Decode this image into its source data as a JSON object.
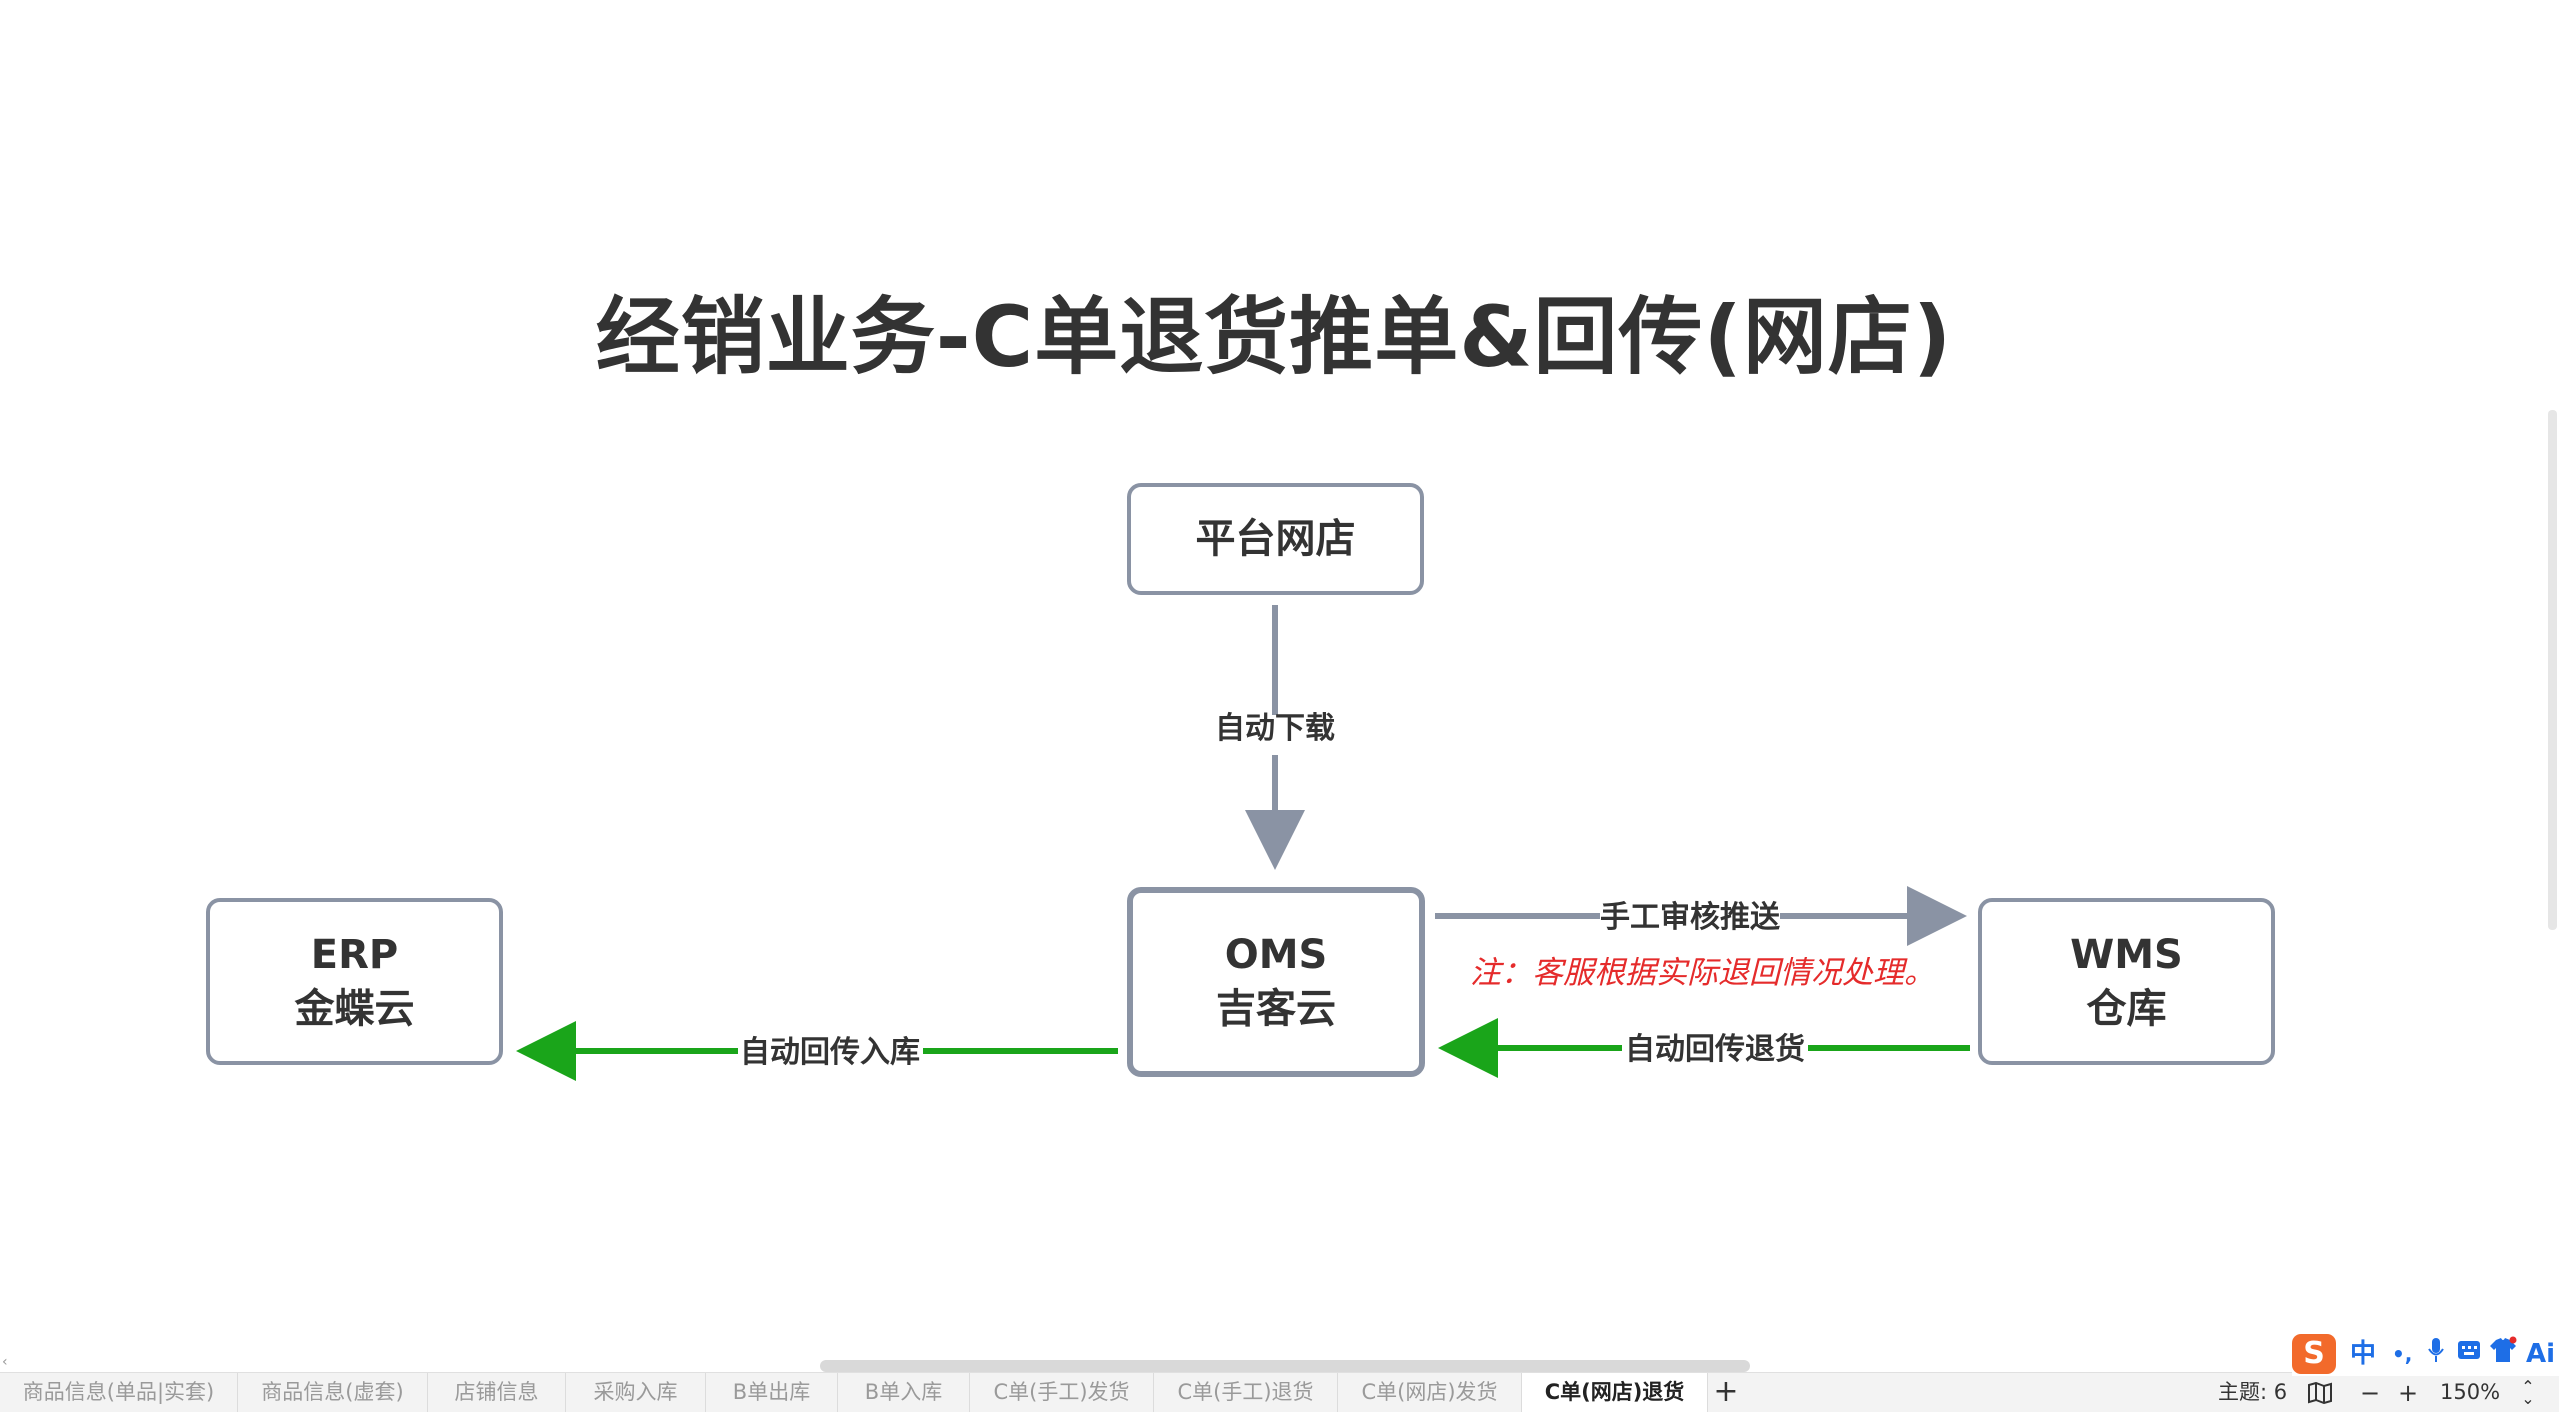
{
  "diagram": {
    "title": "经销业务-C单退货推单&回传(网店)",
    "nodes": {
      "platform": {
        "line1": "平台网店"
      },
      "oms": {
        "line1": "OMS",
        "line2": "吉客云"
      },
      "erp": {
        "line1": "ERP",
        "line2": "金蝶云"
      },
      "wms": {
        "line1": "WMS",
        "line2": "仓库"
      }
    },
    "edges": {
      "download": "自动下载",
      "push": "手工审核推送",
      "return_back": "自动回传退货",
      "inbound_back": "自动回传入库"
    },
    "note": "注：客服根据实际退回情况处理。",
    "colors": {
      "gray_arrow": "#8a93a4",
      "green_arrow": "#1aa51a",
      "note": "#e52b2b",
      "node_border": "#8a93a4"
    }
  },
  "sheet_tabs": [
    "商品信息(单品|实套)",
    "商品信息(虚套)",
    "店铺信息",
    "采购入库",
    "B单出库",
    "B单入库",
    "C单(手工)发货",
    "C单(手工)退货",
    "C单(网店)发货",
    "C单(网店)退货"
  ],
  "active_tab": "C单(网店)退货",
  "add_tab_icon": "+",
  "status": {
    "theme": "主题: 6",
    "zoom": "150%",
    "zoom_out_icon": "−",
    "zoom_in_icon": "+",
    "map_icon": "map-icon"
  },
  "ime": {
    "logo": "S",
    "mode": "中",
    "punct": "•,",
    "ai": "Ai"
  }
}
